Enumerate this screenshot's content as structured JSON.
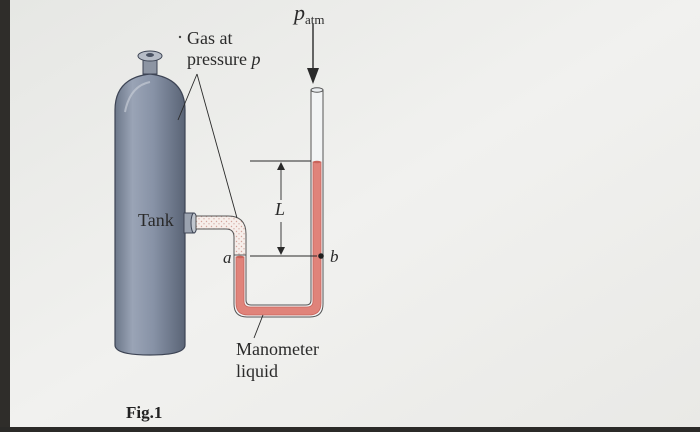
{
  "figure": {
    "label": "Fig.1"
  },
  "labels": {
    "patm_main": "p",
    "patm_sub": "atm",
    "gas_line1": "Gas at",
    "gas_line2": "pressure ",
    "gas_p": "p",
    "tank": "Tank",
    "length": "L",
    "point_a": "a",
    "point_b": "b",
    "manometer_line1": "Manometer",
    "manometer_line2": "liquid"
  },
  "colors": {
    "paper": "#eeeeec",
    "tank_body": "#8a95a8",
    "tank_shade": "#5f6b7e",
    "tube_glass": "#f4f6f7",
    "liquid": "#e0837a",
    "liquid_edge": "#c9645b",
    "ink": "#2a2a2a"
  }
}
